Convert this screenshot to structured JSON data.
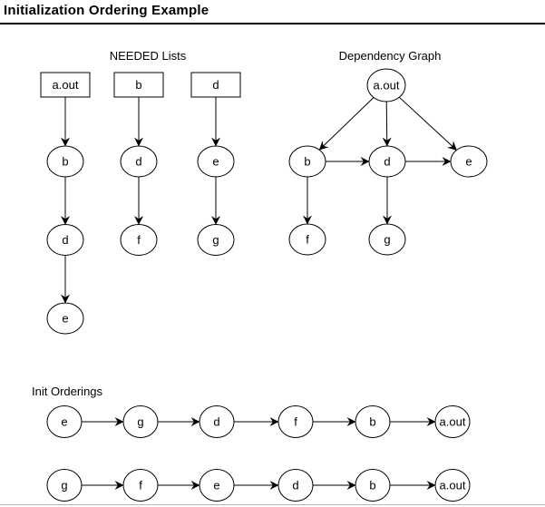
{
  "page": {
    "title": "Initialization Ordering Example"
  },
  "sections": {
    "needed_lists_label": "NEEDED Lists",
    "dependency_graph_label": "Dependency Graph",
    "init_orderings_label": "Init Orderings"
  },
  "needed_lists": {
    "columns": [
      {
        "root": "a.out",
        "chain": [
          "b",
          "d",
          "e"
        ]
      },
      {
        "root": "b",
        "chain": [
          "d",
          "f"
        ]
      },
      {
        "root": "d",
        "chain": [
          "e",
          "g"
        ]
      }
    ]
  },
  "dependency_graph": {
    "nodes": [
      "a.out",
      "b",
      "d",
      "e",
      "f",
      "g"
    ],
    "edges": [
      {
        "from": "a.out",
        "to": "b"
      },
      {
        "from": "a.out",
        "to": "d"
      },
      {
        "from": "a.out",
        "to": "e"
      },
      {
        "from": "b",
        "to": "d"
      },
      {
        "from": "d",
        "to": "e"
      },
      {
        "from": "b",
        "to": "f"
      },
      {
        "from": "d",
        "to": "g"
      }
    ]
  },
  "init_orderings": {
    "rows": [
      [
        "e",
        "g",
        "d",
        "f",
        "b",
        "a.out"
      ],
      [
        "g",
        "f",
        "e",
        "d",
        "b",
        "a.out"
      ]
    ]
  },
  "colors": {
    "ink": "#000000",
    "background": "#ffffff",
    "bottom_rule": "#b5b5b5"
  }
}
